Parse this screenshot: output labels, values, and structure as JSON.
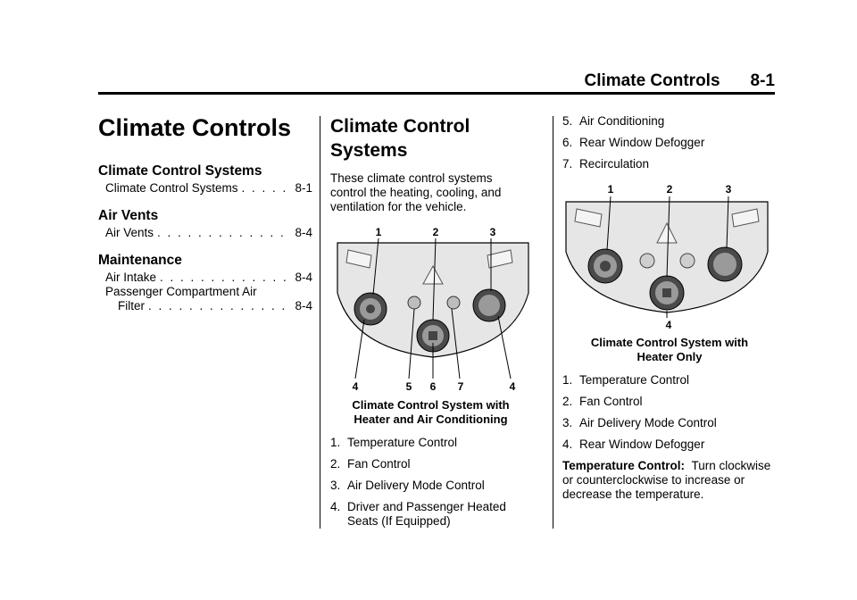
{
  "header": {
    "section": "Climate Controls",
    "page": "8-1"
  },
  "col1": {
    "title": "Climate Controls",
    "toc": [
      {
        "heading": "Climate Control Systems",
        "entries": [
          {
            "label": "Climate Control Systems",
            "page": "8-1"
          }
        ]
      },
      {
        "heading": "Air Vents",
        "entries": [
          {
            "label": "Air Vents",
            "page": "8-4"
          }
        ]
      },
      {
        "heading": "Maintenance",
        "entries": [
          {
            "label": "Air Intake",
            "page": "8-4"
          },
          {
            "label": "Passenger Compartment Air",
            "page": ""
          },
          {
            "label": "Filter",
            "page": "8-4"
          }
        ]
      }
    ]
  },
  "col2": {
    "title_line1": "Climate Control",
    "title_line2": "Systems",
    "intro": "These climate control systems control the heating, cooling, and ventilation for the vehicle.",
    "figure1": {
      "top_labels": [
        "1",
        "2",
        "3"
      ],
      "bottom_labels": [
        "4",
        "5",
        "6",
        "7",
        "4"
      ],
      "caption_line1": "Climate Control System with",
      "caption_line2": "Heater and Air Conditioning"
    },
    "list": [
      {
        "num": "1.",
        "text": "Temperature Control"
      },
      {
        "num": "2.",
        "text": "Fan Control"
      },
      {
        "num": "3.",
        "text": "Air Delivery Mode Control"
      },
      {
        "num": "4.",
        "text": "Driver and Passenger Heated Seats (If Equipped)"
      }
    ]
  },
  "col3": {
    "list_top": [
      {
        "num": "5.",
        "text": "Air Conditioning"
      },
      {
        "num": "6.",
        "text": "Rear Window Defogger"
      },
      {
        "num": "7.",
        "text": "Recirculation"
      }
    ],
    "figure2": {
      "top_labels": [
        "1",
        "2",
        "3"
      ],
      "bottom_labels": [
        "4"
      ],
      "caption_line1": "Climate Control System with",
      "caption_line2": "Heater Only"
    },
    "list": [
      {
        "num": "1.",
        "text": "Temperature Control"
      },
      {
        "num": "2.",
        "text": "Fan Control"
      },
      {
        "num": "3.",
        "text": "Air Delivery Mode Control"
      },
      {
        "num": "4.",
        "text": "Rear Window Defogger"
      }
    ],
    "temp_label": "Temperature Control:",
    "temp_text": "Turn clockwise or counterclockwise to increase or decrease the temperature."
  },
  "colors": {
    "ink": "#000000",
    "panel": "#e6e6e6",
    "knob": "#4a4a4a"
  }
}
